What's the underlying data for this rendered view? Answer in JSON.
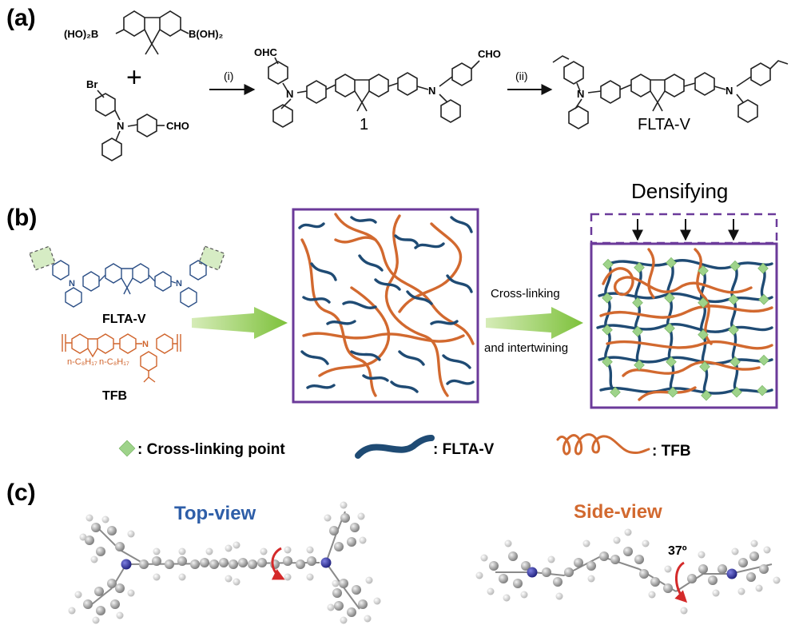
{
  "panels": {
    "a": {
      "label": "(a)",
      "reactant1_left": "(HO)₂B",
      "reactant1_right": "B(OH)₂",
      "plus": "+",
      "reactant2_br": "Br",
      "reactant2_n": "N",
      "reactant2_cho": "CHO",
      "step1": "(i)",
      "step2": "(ii)",
      "intermediate_cho_left": "OHC",
      "intermediate_cho_right": "CHO",
      "n_label": "N",
      "intermediate_number": "1",
      "product_name": "FLTA-V"
    },
    "b": {
      "label": "(b)",
      "flta_name": "FLTA-V",
      "tfb_name": "TFB",
      "tfb_sub_left": "n-C₈H₁₇",
      "tfb_sub_right": "n-C₈H₁₇",
      "n_label": "N",
      "process_line1": "Cross-linking",
      "process_line2": "and intertwining",
      "densifying": "Densifying"
    },
    "legend": {
      "crosslink": ": Cross-linking point",
      "flta": ": FLTA-V",
      "tfb": ": TFB"
    },
    "c": {
      "label": "(c)",
      "top_view": "Top-view",
      "side_view": "Side-view",
      "angle": "37º"
    }
  },
  "colors": {
    "flta_blue": "#1f4b74",
    "tfb_orange": "#d2692f",
    "crosslink_green": "#9ed38a",
    "frame_purple": "#6b3a9a",
    "arrow_green": "#8cc63f",
    "top_view_title": "#2e5ea8",
    "side_view_title": "#d2692f",
    "rotation_arrow": "#d42a2a"
  }
}
